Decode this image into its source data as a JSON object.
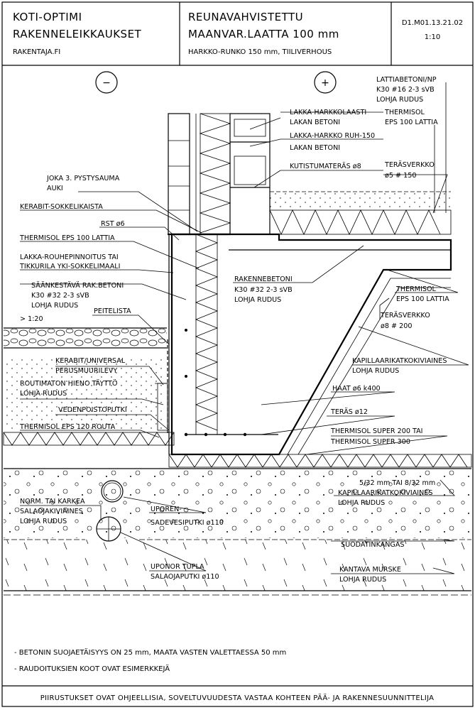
{
  "title_block": {
    "left_line1": "KOTI-OPTIMI",
    "left_line2": "RAKENNELEIKKAUKSET",
    "left_line3": "RAKENTAJA.FI",
    "mid_line1": "REUNAVAHVISTETTU",
    "mid_line2": "MAANVAR.LAATTA 100 mm",
    "mid_line3": "HARKKO-RUNKO 150 mm, TIILIVERHOUS",
    "code": "D1.M01.13.21.02",
    "scale": "1:10"
  },
  "symbols": {
    "minus": "−",
    "plus": "+"
  },
  "labels": {
    "lattiabetoni_1": "LATTIABETONI/NP",
    "lattiabetoni_2": "K30 #16 2-3 sVB",
    "lattiabetoni_3": "LOHJA RUDUS",
    "lakka_harkkolaasti": "LAKKA-HARKKOLAASTI",
    "lakan_betoni_1": "LAKAN BETONI",
    "thermisol_top_1": "THERMISOL",
    "thermisol_top_2": "EPS 100 LATTIA",
    "lakka_harkko": "LAKKA-HARKKO RUH-150",
    "lakan_betoni_2": "LAKAN BETONI",
    "kutistumateras": "KUTISTUMATERÄS ø8",
    "terasverkko_top_1": "TERÄSVERKKO",
    "terasverkko_top_2": "ø5 # 150",
    "joka_1": "JOKA 3. PYSTYSAUMA",
    "joka_2": "AUKI",
    "kerabit_sokkelikaista": "KERABIT-SOKKELIKAISTA",
    "rst": "RST ø6",
    "thermisol_lattia": "THERMISOL EPS 100 LATTIA",
    "lakka_rouhe_1": "LAKKA-ROUHEPINNOITUS TAI",
    "lakka_rouhe_2": "TIKKURILA YKI-SOKKELIMAALI",
    "saankestava_1": "SÄÄNKESTÄVÄ RAK.BETONI",
    "saankestava_2": "K30 #32 2-3 sVB",
    "saankestava_3": "LOHJA RUDUS",
    "rakennebetoni_1": "RAKENNEBETONI",
    "rakennebetoni_2": "K30 #32 2-3 sVB",
    "rakennebetoni_3": "LOHJA RUDUS",
    "thermisol_mid_1": "THERMISOL",
    "thermisol_mid_2": "EPS 100 LATTIA",
    "slope": "> 1:20",
    "peitelista": "PEITELISTA",
    "terasverkko_mid_1": "TERÄSVERKKO",
    "terasverkko_mid_2": "ø8 # 200",
    "kerabit_universal_1": "KERABIT/UNIVERSAL",
    "kerabit_universal_2": "PERUSMUURILEVY",
    "kapillaari_1": "KAPILLAARIKATKOKIVIAINES",
    "kapillaari_2": "LOHJA RUDUS",
    "routimaton_1": "ROUTIMATON HIENO TÄYTTÖ",
    "routimaton_2": "LOHJA RUDUS",
    "haat": "HAAT ø6 k400",
    "vedenpoistoputki": "VEDENPOISTOPUTKI",
    "teras": "TERÄS ø12",
    "thermisol_routa": "THERMISOL EPS 120 ROUTA",
    "thermisol_super_1": "THERMISOL SUPER 200 TAI",
    "thermisol_super_2": "THERMISOL SUPER 300",
    "kiviaines_1": "5/32 mm TAI 8/32 mm",
    "kiviaines_2": "KAPILLAARIKATKOKIVIAINES",
    "kiviaines_3": "LOHJA RUDUS",
    "norm_1": "NORM. TAI KARKEA",
    "norm_2": "SALAOJAKIVIAINES",
    "norm_3": "LOHJA RUDUS",
    "uporen_1": "UPOREN-",
    "uporen_2": "SADEVESIPUTKI ø110",
    "suodatinkangas": "SUODATINKANGAS",
    "uponor_1": "UPONOR TUPLA",
    "uponor_2": "SALAOJAPUTKI ø110",
    "kantava_1": "KANTAVA MURSKE",
    "kantava_2": "LOHJA RUDUS"
  },
  "notes": {
    "note1": "-  BETONIN SUOJAETÄISYYS ON 25 mm, MAATA VASTEN VALETTAESSA 50 mm",
    "note2": "-  RAUDOITUKSIEN KOOT OVAT ESIMERKKEJÄ"
  },
  "footer": "PIIRUSTUKSET OVAT OHJEELLISIA,   SOVELTUVUUDESTA VASTAA KOHTEEN PÄÄ- JA RAKENNESUUNNITTELIJA"
}
